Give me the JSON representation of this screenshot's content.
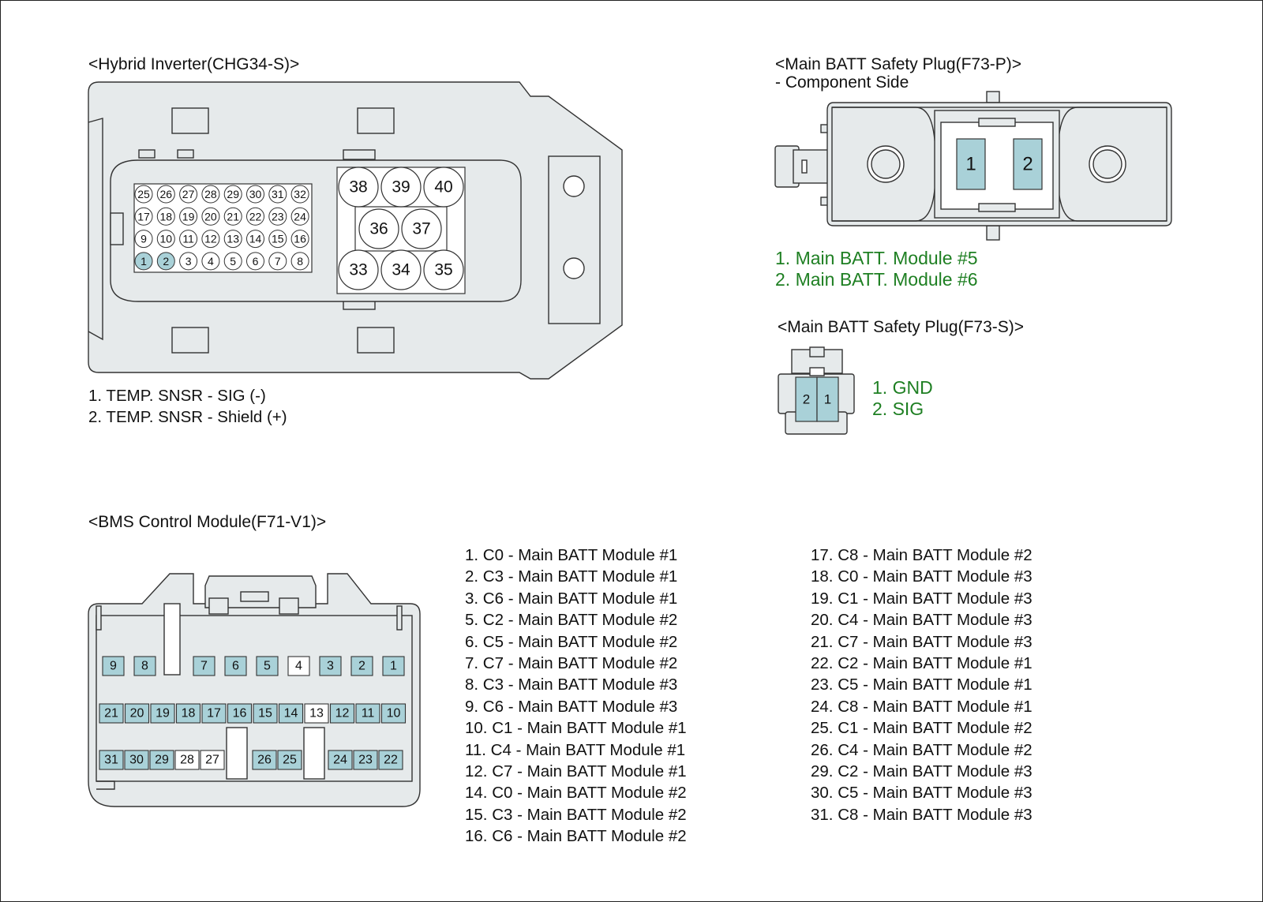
{
  "inverter": {
    "title": "<Hybrid Inverter(CHG34-S)>",
    "rows": [
      [
        "25",
        "26",
        "27",
        "28",
        "29",
        "30",
        "31",
        "32"
      ],
      [
        "17",
        "18",
        "19",
        "20",
        "21",
        "22",
        "23",
        "24"
      ],
      [
        "9",
        "10",
        "11",
        "12",
        "13",
        "14",
        "15",
        "16"
      ],
      [
        "1",
        "2",
        "3",
        "4",
        "5",
        "6",
        "7",
        "8"
      ]
    ],
    "big_top": [
      "38",
      "39",
      "40"
    ],
    "big_mid": [
      "36",
      "37"
    ],
    "big_bottom": [
      "33",
      "34",
      "35"
    ],
    "legend": [
      "1. TEMP. SNSR - SIG (-)",
      "2. TEMP. SNSR - Shield (+)"
    ]
  },
  "safety_plug_p": {
    "title": "<Main BATT Safety Plug(F73-P)>",
    "subtitle": "- Component Side",
    "pins": [
      "1",
      "2"
    ],
    "legend": [
      "1. Main BATT. Module #5",
      "2. Main BATT. Module #6"
    ]
  },
  "safety_plug_s": {
    "title": "<Main BATT Safety Plug(F73-S)>",
    "pins": [
      "2",
      "1"
    ],
    "legend": [
      "1. GND",
      "2. SIG"
    ]
  },
  "bms": {
    "title": "<BMS Control Module(F71-V1)>",
    "row1": [
      "9",
      "8",
      "7",
      "6",
      "5",
      "4",
      "3",
      "2",
      "1"
    ],
    "row2": [
      "21",
      "20",
      "19",
      "18",
      "17",
      "16",
      "15",
      "14",
      "13",
      "12",
      "11",
      "10"
    ],
    "row3": [
      "31",
      "30",
      "29",
      "28",
      "27",
      "26",
      "25",
      "24",
      "23",
      "22"
    ],
    "legend_left": [
      "1. C0 - Main BATT Module #1",
      "2. C3 - Main BATT Module #1",
      "3. C6 - Main BATT Module #1",
      "5. C2 - Main BATT Module #2",
      "6. C5 - Main BATT Module #2",
      "7. C7 - Main BATT Module #2",
      "8. C3 - Main BATT Module #3",
      "9. C6 - Main BATT Module #3",
      "10. C1 - Main BATT Module #1",
      "11. C4 - Main BATT Module #1",
      "12. C7 - Main BATT Module #1",
      "14. C0 - Main BATT Module #2",
      "15. C3 - Main BATT Module #2",
      "16. C6 - Main BATT Module #2"
    ],
    "legend_right": [
      "17. C8 - Main BATT Module #2",
      "18. C0 - Main BATT Module #3",
      "19. C1 - Main BATT Module #3",
      "20. C4 - Main BATT Module #3",
      "21. C7 - Main BATT Module #3",
      "22. C2 - Main BATT Module #1",
      "23. C5 - Main BATT Module #1",
      "24. C8 - Main BATT Module #1",
      "25. C1 - Main BATT Module #2",
      "26. C4 - Main BATT Module #2",
      "29. C2 - Main BATT Module #3",
      "30. C5 - Main BATT Module #3",
      "31. C8 - Main BATT Module #3"
    ]
  },
  "colors": {
    "housing": "#e6eaeb",
    "pin_used": "#a9d1d8",
    "pin_empty": "#ffffff",
    "legend_green": "#1e7f22"
  }
}
